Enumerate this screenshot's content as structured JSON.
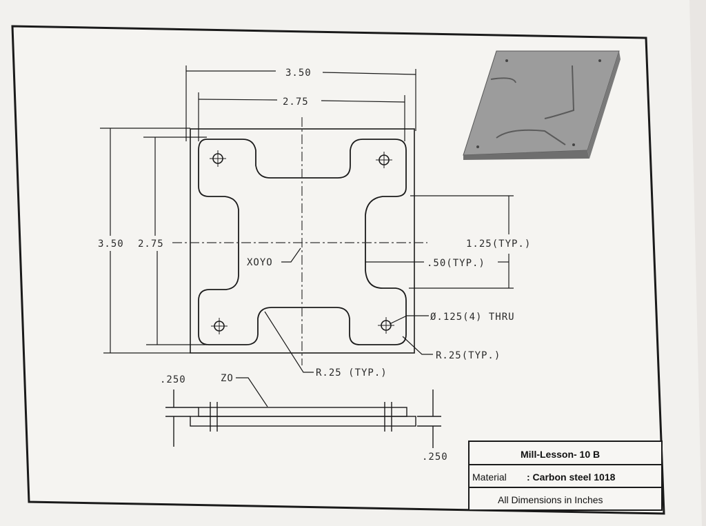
{
  "dimensions": {
    "top_outer": "3.50",
    "top_inner": "2.75",
    "left_outer": "3.50",
    "left_inner": "2.75",
    "right_tall": "1.25(TYP.)",
    "right_small": ".50(TYP.)",
    "hole_note": "Ø.125(4) THRU",
    "corner_radius": "R.25(TYP.)",
    "slot_radius": "R.25 (TYP.)",
    "origin_top": "XOYO",
    "origin_side": "ZO",
    "thickness_top": ".250",
    "thickness_bottom": ".250"
  },
  "title_block": {
    "title": "Mill-Lesson- 10 B",
    "material_label": "Material",
    "material_value": ": Carbon steel 1018",
    "note": "All Dimensions in Inches"
  },
  "colors": {
    "paper": "#f3f2ef",
    "line": "#222222",
    "render_plate": "#9a9a9a",
    "background": "#e9e6e3"
  }
}
